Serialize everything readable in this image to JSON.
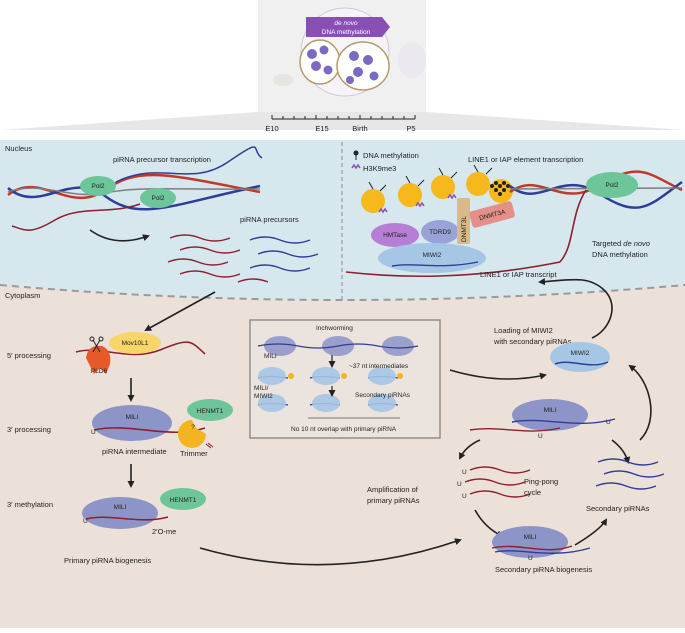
{
  "timeline": {
    "process_tag_line1": "de novo",
    "process_tag_line2": "DNA methylation",
    "ticks": [
      "E10",
      "E15",
      "Birth",
      "P5"
    ]
  },
  "compartments": {
    "nucleus": "Nucleus",
    "cytoplasm": "Cytoplasm"
  },
  "nucleus_left": {
    "title": "piRNA precursor transcription",
    "pol2_a": "Pol2",
    "pol2_b": "Pol2",
    "precursors": "piRNA precursors"
  },
  "nucleus_right": {
    "legend_dna_methylation": "DNA methylation",
    "legend_h3k9me3": "H3K9me3",
    "title": "LINE1 or IAP element transcription",
    "pol2": "Pol2",
    "hmtase": "HMTase",
    "tdrd9": "TDRD9",
    "dnmt3l": "DNMT3L",
    "dnmt3a": "DNMT3A",
    "miwi2": "MIWI2",
    "targeted_line1_italic": "de novo",
    "targeted_line1_prefix": "Targeted",
    "targeted_line2": "DNA methylation",
    "transcript": "LINE1 or IAP transcript"
  },
  "primary": {
    "row_5prime": "5′ processing",
    "row_3prime": "3′ processing",
    "row_methyl": "3′ methylation",
    "mov10l1": "Mov10L1",
    "pld6": "PLD6",
    "mili_1": "MILI",
    "mili_2": "MILI",
    "henmt1_1": "HENMT1",
    "henmt1_2": "HENMT1",
    "question": "?",
    "u_1": "U",
    "u_2": "U",
    "intermediate": "piRNA intermediate",
    "trimmer": "Trimmer",
    "ome": "2′O-me",
    "title": "Primary piRNA biogenesis"
  },
  "inset": {
    "inchworming": "Inchworming",
    "mili": "MILI",
    "mili_miwi2_1": "MILI/",
    "mili_miwi2_2": "MIWI2",
    "intermediates": "~37 nt intermediates",
    "secondary": "Secondary piRNAs",
    "overlap": "No 10 nt overlap with primary piRNA"
  },
  "secondary": {
    "loading_1": "Loading of MIWI2",
    "loading_2": "with secondary piRNAs",
    "miwi2": "MIWI2",
    "mili_top": "MILI",
    "mili_bottom": "MILI",
    "amplification_1": "Amplification of",
    "amplification_2": "primary piRNAs",
    "pingpong_1": "Ping-pong",
    "pingpong_2": "cycle",
    "secondary_pirnas": "Secondary piRNAs",
    "title": "Secondary piRNA biogenesis",
    "u_a": "U",
    "u_b": "U",
    "u_c": "U",
    "u_d": "U",
    "u_e": "U",
    "u_f": "U"
  },
  "colors": {
    "nucleus_bg": "#d6e7ee",
    "cytoplasm_bg": "#ece1d8",
    "mili_purple": "#8d95c8",
    "miwi2_blue": "#a6c6e6",
    "pol2_green": "#6dc59a",
    "henmt1_green": "#6dc59a",
    "mov10l1_yellow": "#f7d56a",
    "pld6_orange": "#e8592a",
    "trimmer_yellow": "#f4b41f",
    "hmtase_purple": "#b77ed5",
    "dnmt3a_salmon": "#e58f8a",
    "dnmt3l_tan": "#d7b98c",
    "nucleosome_yellow": "#f6b81b",
    "rna_red": "#8d1f2e",
    "rna_blue": "#2f3c98",
    "tag_purple": "#8a4fb5"
  },
  "icons": [
    "curved-arrow-icon",
    "scissors-icon",
    "lollipop-methyl-icon",
    "wavy-h3k9me3-icon"
  ]
}
